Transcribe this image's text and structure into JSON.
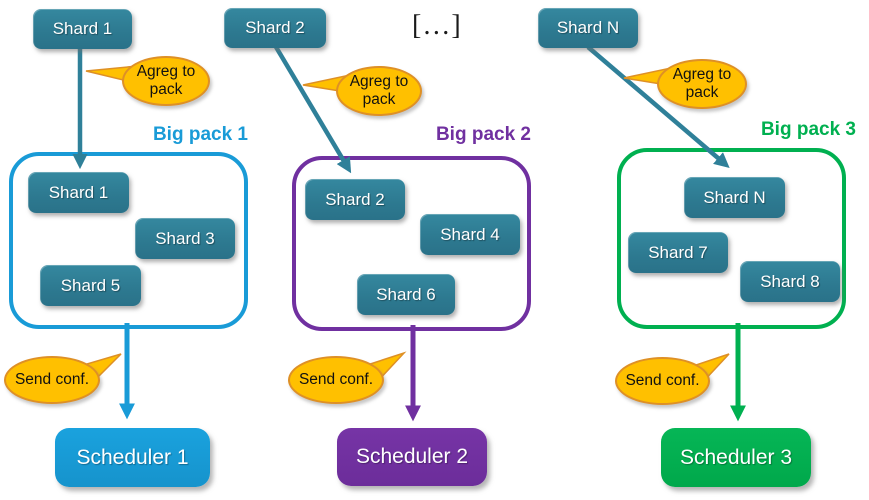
{
  "diagram": {
    "ellipsis_label": "[…]",
    "agreg_bubble_label": "Agreg to pack",
    "send_bubble_label": "Send conf.",
    "top_shards": [
      "Shard 1",
      "Shard 2",
      "Shard N"
    ],
    "packs": [
      {
        "title": "Big pack 1",
        "accent": "#199bd7",
        "shards": [
          "Shard 1",
          "Shard 3",
          "Shard 5"
        ],
        "scheduler": "Scheduler 1"
      },
      {
        "title": "Big pack 2",
        "accent": "#7030a0",
        "shards": [
          "Shard 2",
          "Shard 4",
          "Shard 6"
        ],
        "scheduler": "Scheduler 2"
      },
      {
        "title": "Big pack 3",
        "accent": "#00b050",
        "shards": [
          "Shard N",
          "Shard 7",
          "Shard 8"
        ],
        "scheduler": "Scheduler 3"
      }
    ],
    "colors": {
      "shard_teal": "#2f7e95",
      "arrow_teal": "#2f8099",
      "pack1_blue": "#199bd7",
      "pack2_purple": "#7030a0",
      "pack3_green": "#00b050",
      "bubble_fill": "#ffc000",
      "bubble_stroke": "#de9026"
    }
  }
}
